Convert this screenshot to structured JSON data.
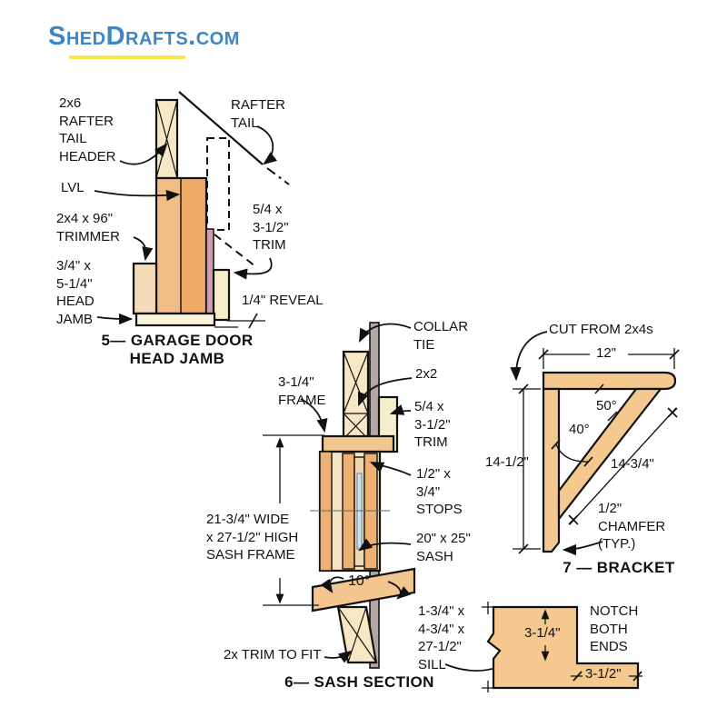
{
  "logo": {
    "text": "ShedDrafts.com"
  },
  "colors": {
    "logo_blue": "#3d86c6",
    "underline_yellow": "#f3e74c",
    "wood_light": "#f5c88f",
    "wood_orange": "#efb173",
    "wood_cream": "#f7e7c4",
    "trim_cream": "#f6eecb",
    "jamb_cream": "#f8f3da",
    "sheathing_gray": "#b5a6a6",
    "pink_strip": "#cfa0ab",
    "glass_blue": "#cde2ef",
    "line": "#111111"
  },
  "d5": {
    "labels": {
      "header": "2x6\nRAFTER\nTAIL\nHEADER",
      "rafter_tail": "RAFTER\nTAIL",
      "lvl": "LVL",
      "trimmer": "2x4 x 96\"\nTRIMMER",
      "trim": "5/4 x\n3-1/2\"\nTRIM",
      "head_jamb": "3/4\" x\n5-1/4\"\nHEAD\nJAMB",
      "reveal": "1/4\" REVEAL"
    },
    "title": "5— GARAGE DOOR\nHEAD JAMB"
  },
  "d6": {
    "labels": {
      "collar_tie": "COLLAR\nTIE",
      "two_by_two": "2x2",
      "frame": "3-1/4\"\nFRAME",
      "trim": "5/4 x\n3-1/2\"\nTRIM",
      "stops": "1/2\" x\n3/4\"\nSTOPS",
      "sash_frame": "21-3/4\" WIDE\nx 27-1/2\" HIGH\nSASH FRAME",
      "sash": "20\" x 25\"\nSASH",
      "angle": "10°",
      "sill": "1-3/4\" x\n4-3/4\" x\n27-1/2\"\nSILL",
      "trim_to_fit": "2x TRIM TO FIT"
    },
    "title": "6— SASH SECTION"
  },
  "d7": {
    "labels": {
      "cut_from": "CUT FROM 2x4s",
      "width": "12\"",
      "angle50": "50°",
      "angle40": "40°",
      "height": "14-1/2\"",
      "brace_len": "14-3/4\"",
      "chamfer": "1/2\"\nCHAMFER\n(TYP.)"
    },
    "title": "7 — BRACKET"
  },
  "notch": {
    "labels": {
      "note": "NOTCH\nBOTH\nENDS",
      "depth": "3-1/4\"",
      "width": "3-1/2\""
    }
  }
}
